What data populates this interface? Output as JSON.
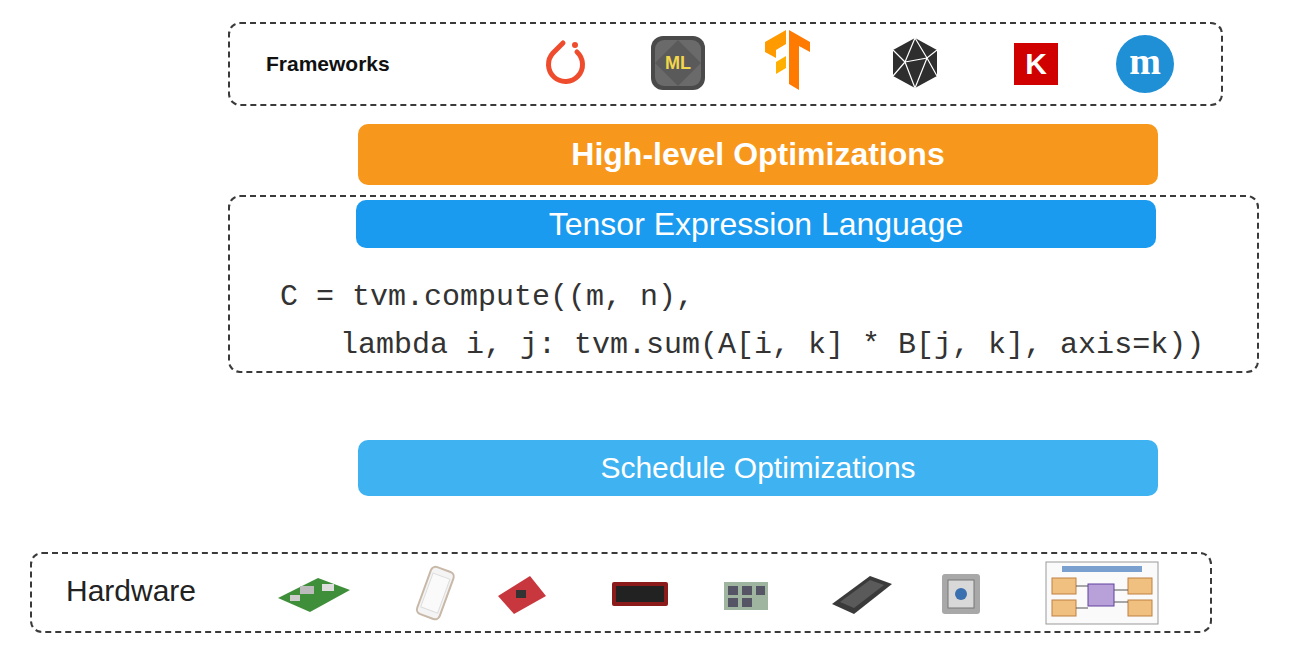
{
  "diagram": {
    "nodes": [
      {
        "text": [
          "Frameworks"
        ]
      },
      {
        "text": [
          "High-level Optimizations"
        ]
      },
      {
        "text": [
          "C = tvm.compute((m, n),",
          "lambda i, j: tvm.sum(A[i, k] * B[j, k], axis=k))"
        ]
      },
      {
        "text": [
          "Tensor Expression Language"
        ],
        "in": 2
      },
      {
        "text": [
          "Schedule Optimizations"
        ]
      },
      {
        "text": [
          "Hardware"
        ]
      }
    ],
    "labels": [
      "ML",
      "K",
      "m"
    ]
  }
}
